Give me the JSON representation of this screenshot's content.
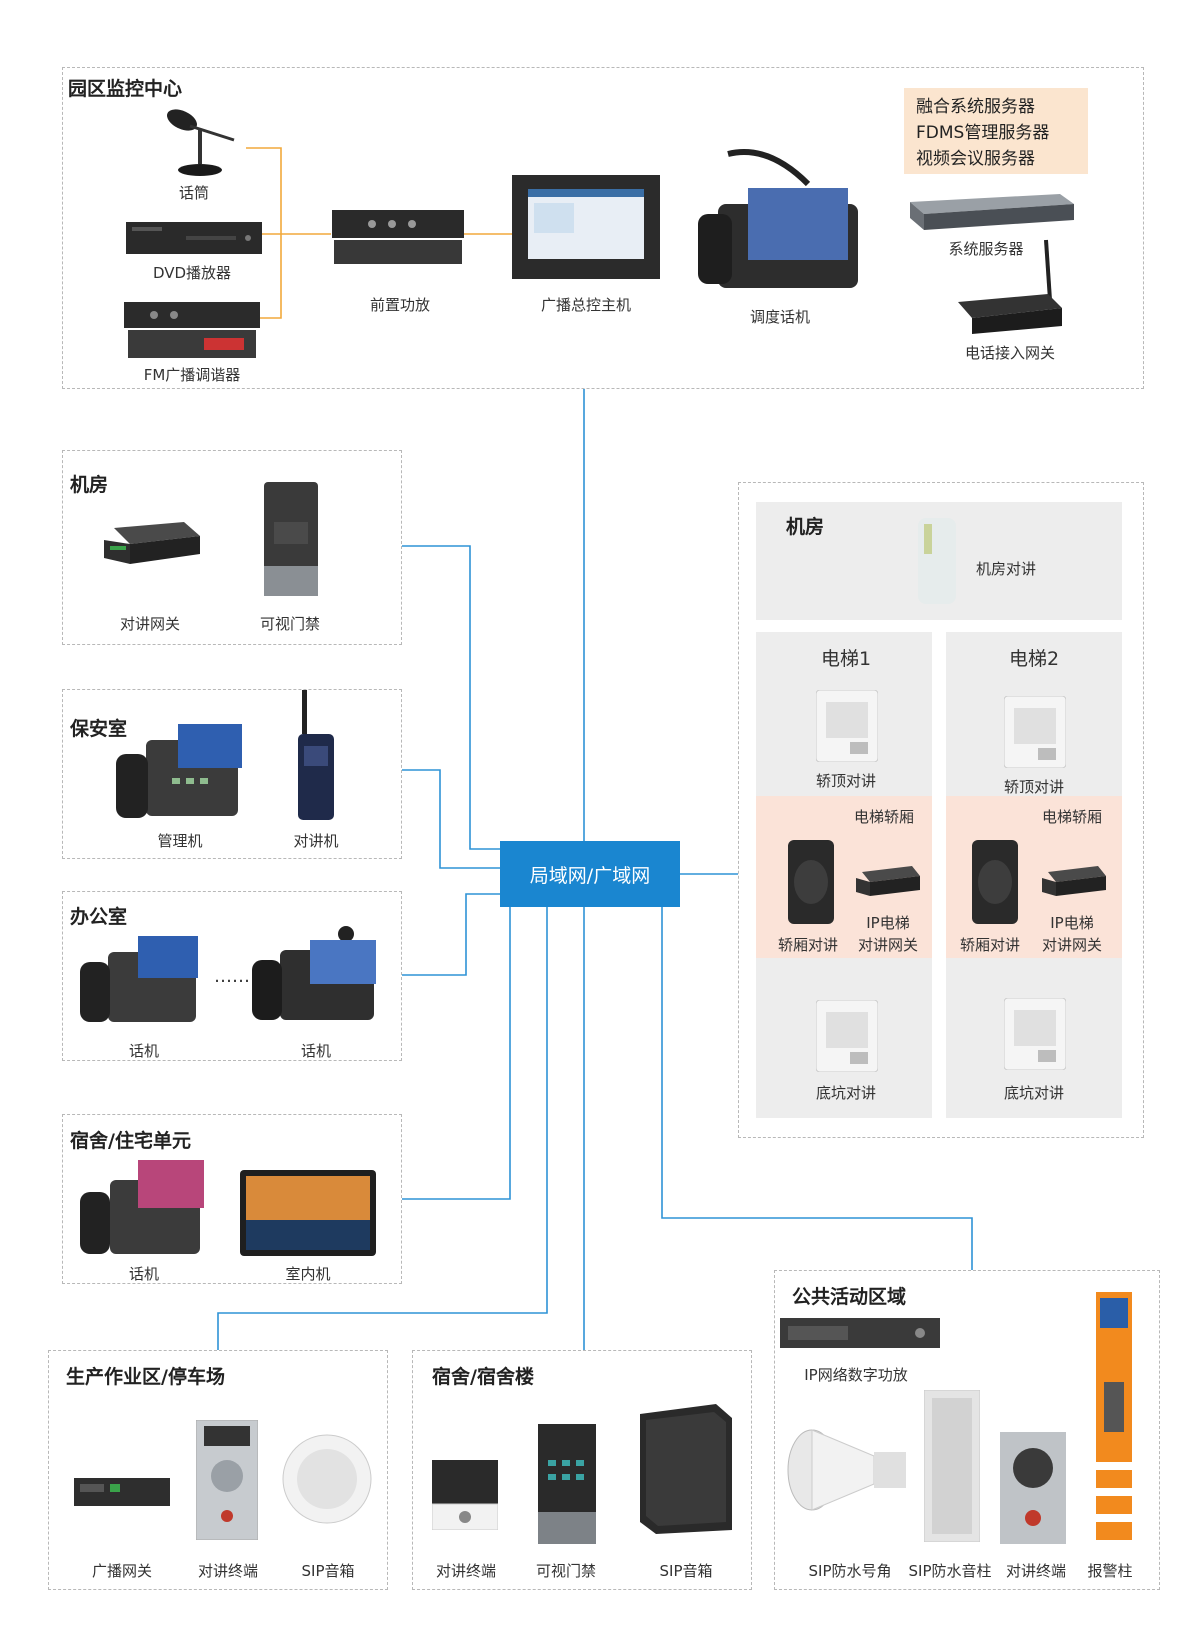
{
  "hub": {
    "label": "局域网/广域网"
  },
  "control_center": {
    "title": "园区监控中心",
    "servers": [
      "融合系统服务器",
      "FDMS管理服务器",
      "视频会议服务器"
    ],
    "devices": {
      "mic": "话筒",
      "dvd": "DVD播放器",
      "fm": "FM广播调谐器",
      "preamp": "前置功放",
      "host": "广播总控主机",
      "dispatch": "调度话机",
      "server": "系统服务器",
      "gateway": "电话接入网关"
    }
  },
  "machine_room_left": {
    "title": "机房",
    "devices": [
      "对讲网关",
      "可视门禁"
    ]
  },
  "security_room": {
    "title": "保安室",
    "devices": [
      "管理机",
      "对讲机"
    ]
  },
  "office": {
    "title": "办公室",
    "devices": [
      "话机",
      "话机"
    ],
    "ellipsis": "……"
  },
  "dorm_residential": {
    "title": "宿舍/住宅单元",
    "devices": [
      "话机",
      "室内机"
    ]
  },
  "production": {
    "title": "生产作业区/停车场",
    "devices": [
      "广播网关",
      "对讲终端",
      "SIP音箱"
    ]
  },
  "dormitory": {
    "title": "宿舍/宿舍楼",
    "devices": [
      "对讲终端",
      "可视门禁",
      "SIP音箱"
    ]
  },
  "public_area": {
    "title": "公共活动区域",
    "amp": "IP网络数字功放",
    "devices": [
      "SIP防水号角",
      "SIP防水音柱",
      "对讲终端",
      "报警柱"
    ]
  },
  "elevator_area": {
    "machine_room": {
      "title": "机房",
      "device": "机房对讲"
    },
    "elevators": [
      {
        "title": "电梯1",
        "top": "轿顶对讲",
        "car_title": "电梯轿厢",
        "car_intercom": "轿厢对讲",
        "car_gw_1": "IP电梯",
        "car_gw_2": "对讲网关",
        "pit": "底坑对讲"
      },
      {
        "title": "电梯2",
        "top": "轿顶对讲",
        "car_title": "电梯轿厢",
        "car_intercom": "轿厢对讲",
        "car_gw_1": "IP电梯",
        "car_gw_2": "对讲网关",
        "pit": "底坑对讲"
      }
    ]
  },
  "colors": {
    "network_line": "#2e93d6",
    "audio_line": "#f2a93b",
    "hub": "#1a86d0",
    "server_note": "#fbe5cf",
    "car_bg": "#fbe3d8",
    "panel_bg": "#ededed"
  }
}
